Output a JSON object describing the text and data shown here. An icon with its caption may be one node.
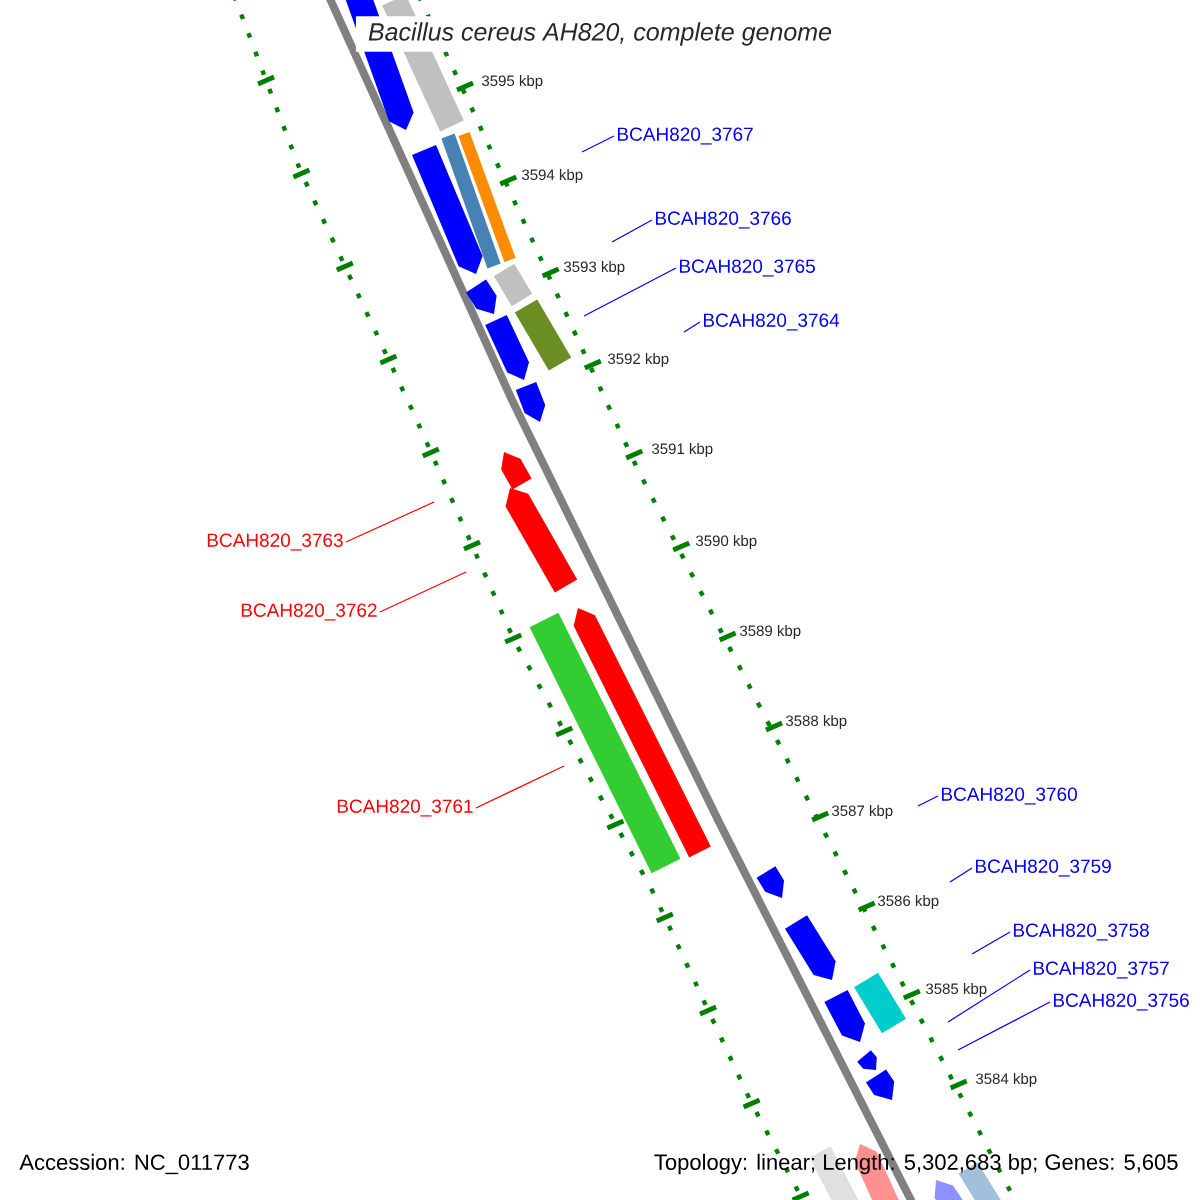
{
  "diagram": {
    "title": "Bacillus cereus AH820, complete genome",
    "nodes": [
      {
        "text": [
          "BCAH820_3767"
        ]
      },
      {
        "text": [
          "BCAH820_3766"
        ]
      },
      {
        "text": [
          "BCAH820_3765"
        ]
      },
      {
        "text": [
          "BCAH820_3764"
        ]
      },
      {
        "text": [
          "BCAH820_3763"
        ]
      },
      {
        "text": [
          "BCAH820_3762"
        ]
      },
      {
        "text": [
          "BCAH820_3761"
        ]
      },
      {
        "text": [
          "BCAH820_3760"
        ]
      },
      {
        "text": [
          "BCAH820_3759"
        ]
      },
      {
        "text": [
          "BCAH820_3758"
        ]
      },
      {
        "text": [
          "BCAH820_3757"
        ]
      },
      {
        "text": [
          "BCAH820_3756"
        ]
      }
    ],
    "edges": [
      {
        "from": 0,
        "to": null,
        "arrow": "none"
      },
      {
        "from": 1,
        "to": null,
        "arrow": "none"
      },
      {
        "from": 2,
        "to": null,
        "arrow": "none"
      },
      {
        "from": 3,
        "to": null,
        "arrow": "none"
      },
      {
        "from": 4,
        "to": null,
        "arrow": "none",
        "color": "#ff0000"
      },
      {
        "from": 5,
        "to": null,
        "arrow": "none",
        "color": "#ff0000"
      },
      {
        "from": 6,
        "to": null,
        "arrow": "none",
        "color": "#ff0000"
      },
      {
        "from": 7,
        "to": null,
        "arrow": "none"
      },
      {
        "from": 8,
        "to": null,
        "arrow": "none"
      },
      {
        "from": 9,
        "to": null,
        "arrow": "none"
      },
      {
        "from": 10,
        "to": null,
        "arrow": "none"
      },
      {
        "from": 11,
        "to": null,
        "arrow": "none"
      }
    ],
    "labels": [
      "3595 kbp",
      "3594 kbp",
      "3593 kbp",
      "3592 kbp",
      "3591 kbp",
      "3590 kbp",
      "3589 kbp",
      "3588 kbp",
      "3587 kbp",
      "3586 kbp",
      "3585 kbp",
      "3584 kbp",
      "Accession: NC_011773",
      "Topology: linear; Length: 5,302,683 bp; Genes: 5,605"
    ]
  }
}
